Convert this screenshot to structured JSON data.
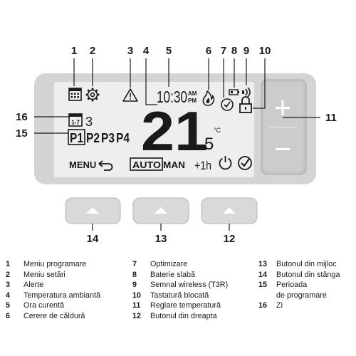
{
  "display": {
    "clock": "10:30",
    "am": "AM",
    "pm": "PM",
    "day_icon_text": "1-7",
    "day_number": "3",
    "programs": [
      "P1",
      "P2",
      "P3",
      "P4"
    ],
    "temp_main": "21",
    "temp_decimal": "5",
    "temp_unit": "°C",
    "menu_label": "MENU",
    "auto_label": "AUTO",
    "man_label": "MAN",
    "boost_label": "+1h"
  },
  "callouts": [
    "1",
    "2",
    "3",
    "4",
    "5",
    "6",
    "7",
    "8",
    "9",
    "10",
    "11",
    "12",
    "13",
    "14",
    "15",
    "16"
  ],
  "legend": {
    "col1": [
      {
        "num": "1",
        "text": "Meniu programare"
      },
      {
        "num": "2",
        "text": "Meniu setări"
      },
      {
        "num": "3",
        "text": "Alerte"
      },
      {
        "num": "4",
        "text": "Temperatura ambiantă"
      },
      {
        "num": "5",
        "text": "Ora curentă"
      },
      {
        "num": "6",
        "text": "Cerere de căldură"
      }
    ],
    "col2": [
      {
        "num": "7",
        "text": "Optimizare"
      },
      {
        "num": "8",
        "text": "Baterie slabă"
      },
      {
        "num": "9",
        "text": "Semnal wireless (T3R)"
      },
      {
        "num": "10",
        "text": "Tastatură blocată"
      },
      {
        "num": "11",
        "text": "Reglare temperatură"
      },
      {
        "num": "12",
        "text": "Butonul din dreapta"
      }
    ],
    "col3": [
      {
        "num": "13",
        "text": "Butonul din mijloc"
      },
      {
        "num": "14",
        "text": "Butonul din stânga"
      },
      {
        "num": "15",
        "text": "Perioada"
      },
      {
        "num": "",
        "text": "de programare"
      },
      {
        "num": "16",
        "text": "Zi"
      }
    ]
  },
  "colors": {
    "frame": "#d4d4d4",
    "screen": "#eeeeee",
    "ink": "#1a1a1a",
    "button": "#d9d9d9",
    "arrow": "#ffffff"
  }
}
